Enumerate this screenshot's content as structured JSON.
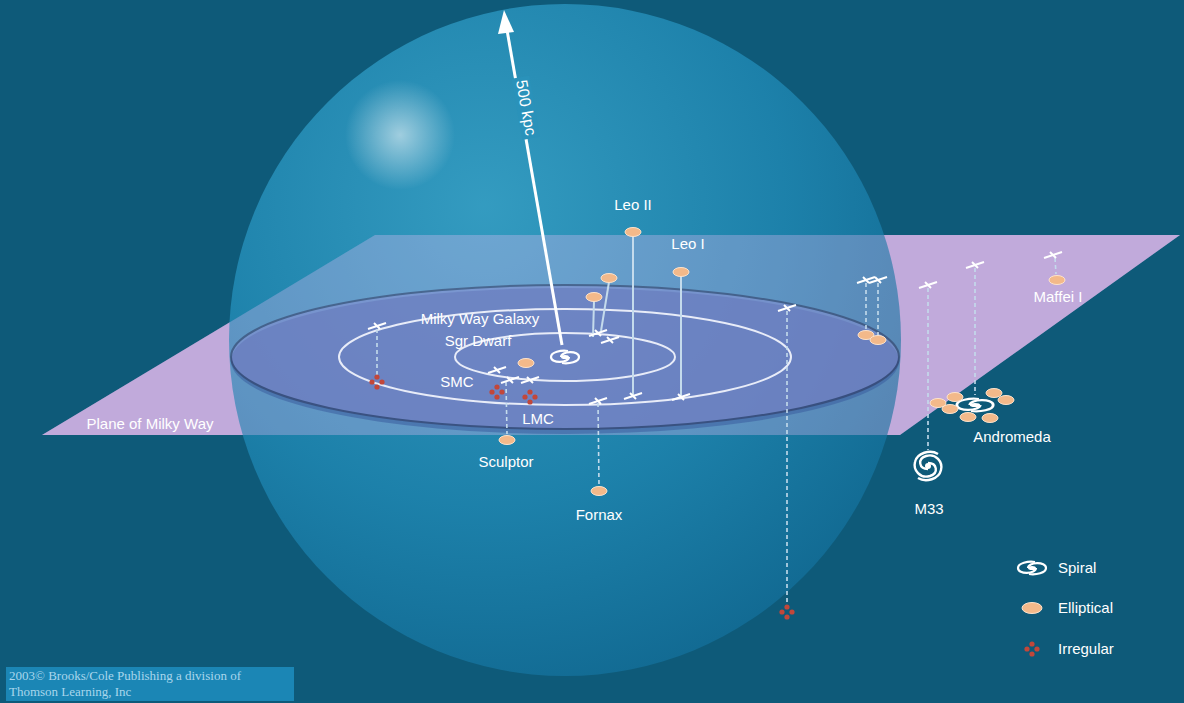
{
  "diagram": {
    "labels": [
      "500 kpc",
      "Leo II",
      "Leo I",
      "Milky Way Galaxy",
      "Sgr Dwarf",
      "SMC",
      "LMC",
      "Sculptor",
      "Fornax",
      "Maffei I",
      "M33",
      "Andromeda",
      "Plane of Milky Way",
      "2003© Brooks/Cole Publishing a division of Thomson Learning, Inc"
    ],
    "legend": [
      {
        "text": "Spiral"
      },
      {
        "text": "Elliptical"
      },
      {
        "text": "Irregular"
      }
    ]
  }
}
